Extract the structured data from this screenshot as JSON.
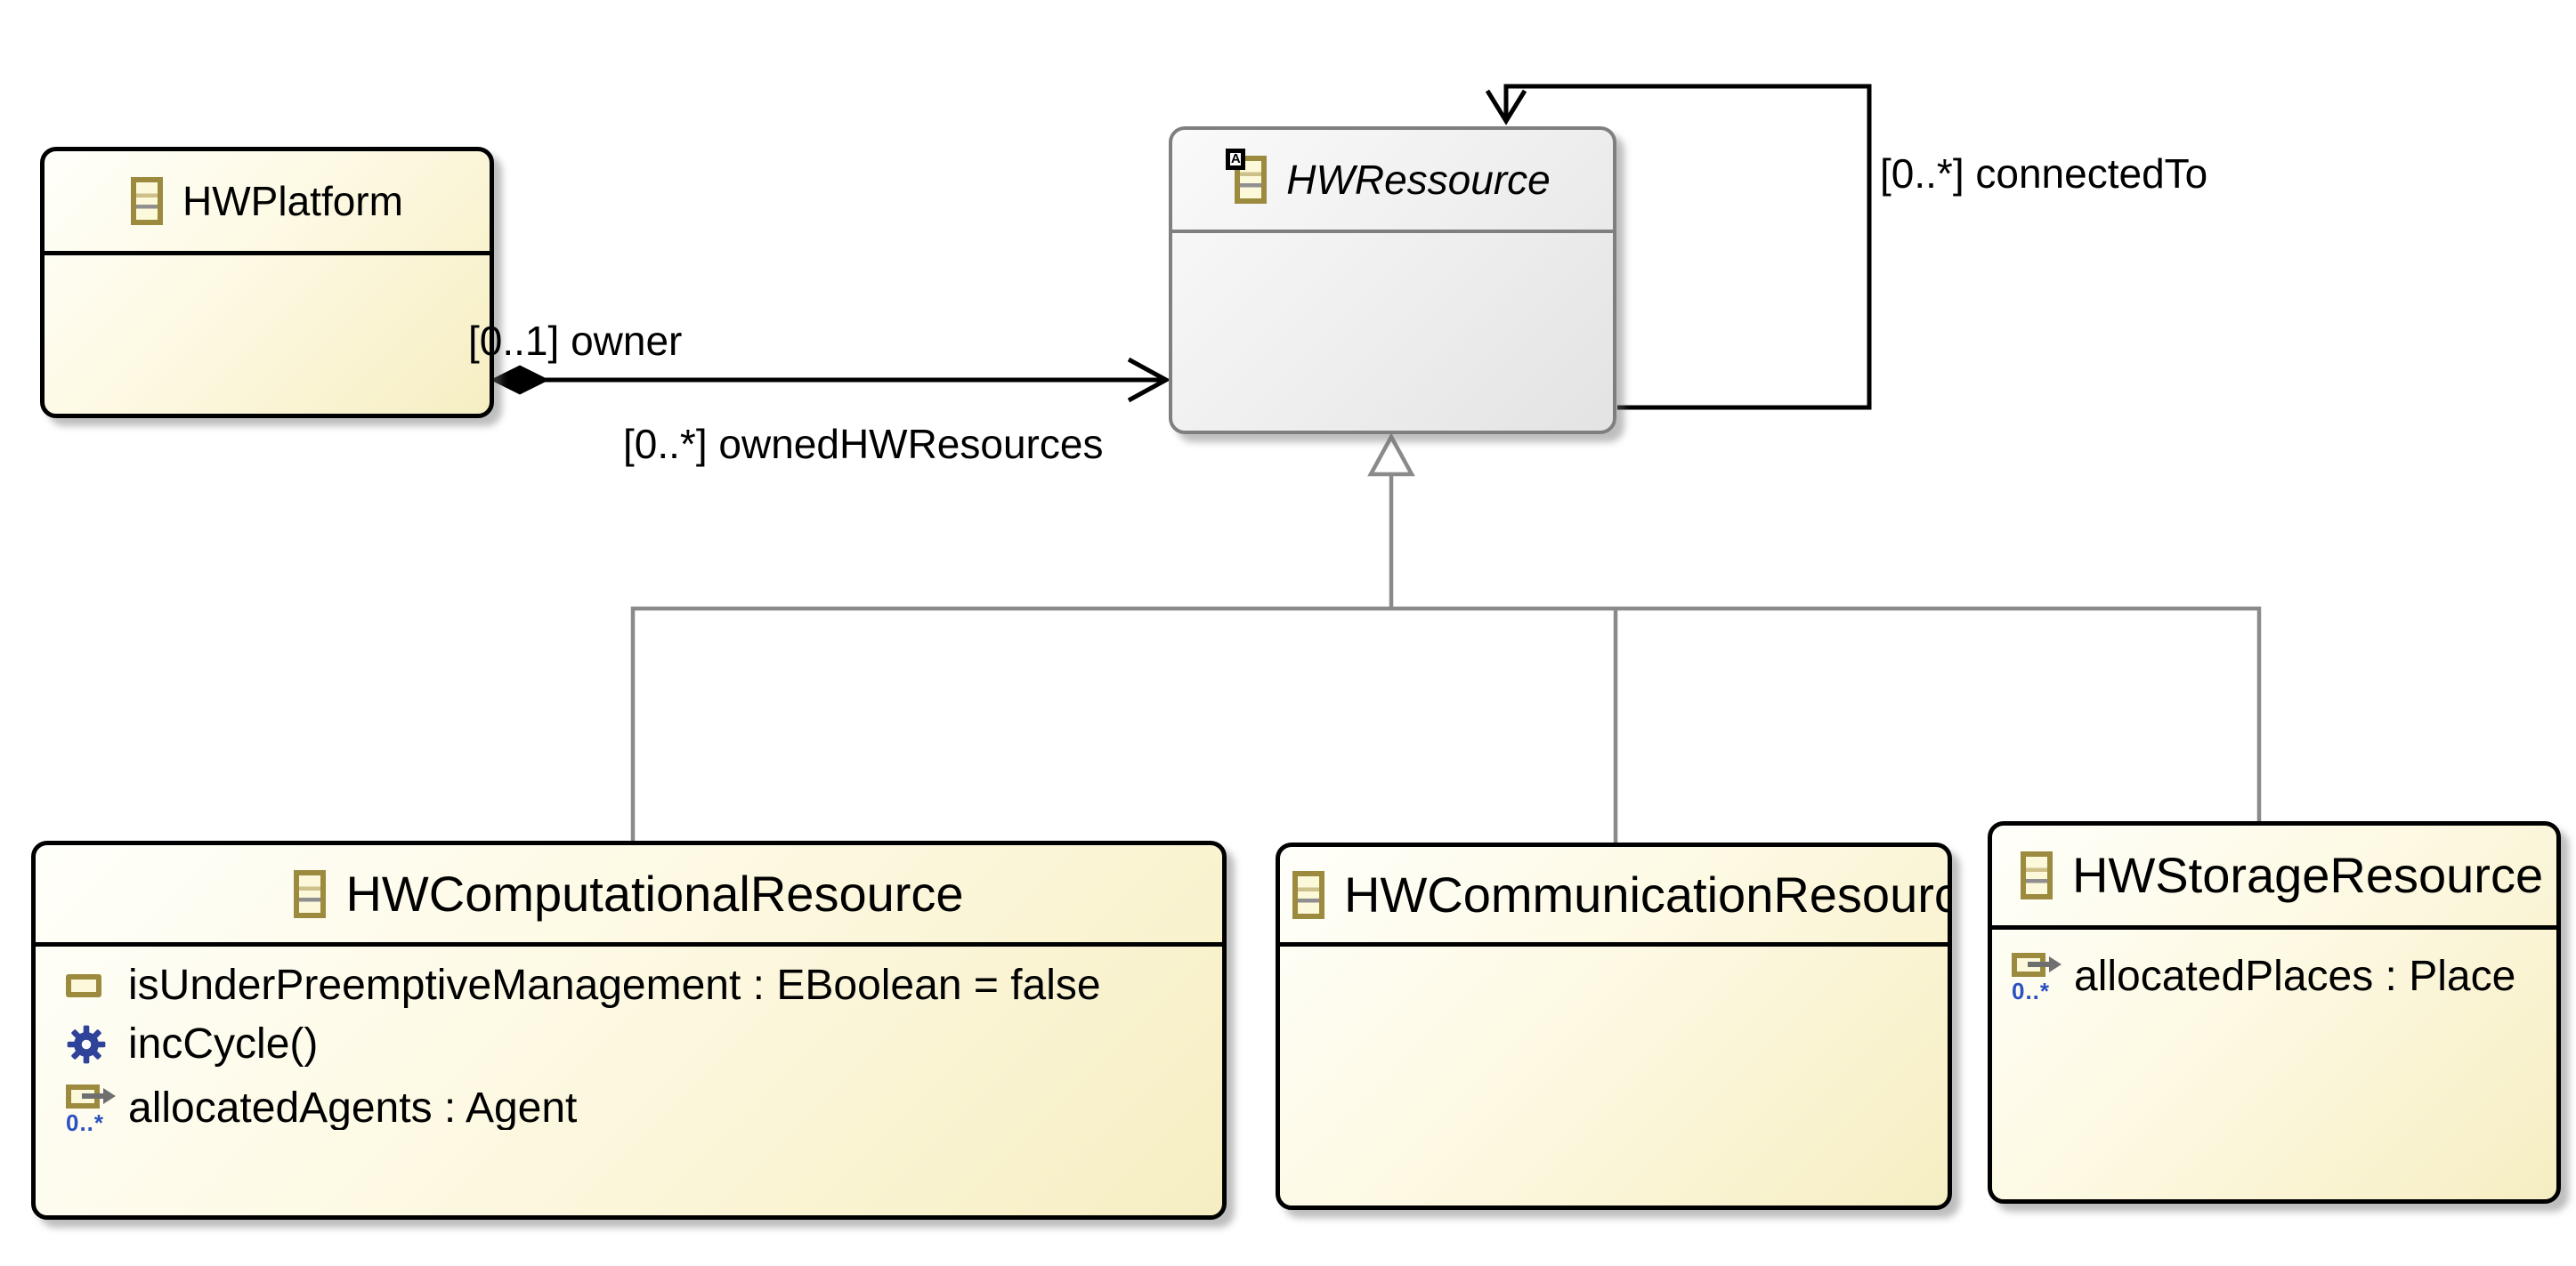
{
  "diagram": {
    "type": "uml-class-diagram",
    "abstract_badge": "A",
    "colors": {
      "class_border": "#000000",
      "class_fill_start": "#fffffa",
      "class_fill_end": "#f6eec2",
      "abstract_border": "#7f7f7f",
      "abstract_fill_start": "#fafafa",
      "abstract_fill_end": "#e3e3e3",
      "generalization_gray": "#8a8a8a",
      "association_black": "#000000",
      "icon_khaki": "#9c8a3e",
      "icon_fill": "#fcf8da",
      "operation_blue": "#2e4399",
      "multiplicity_blue": "#2b50c0"
    },
    "classes": [
      {
        "name": "HWPlatform",
        "abstract": false,
        "attributes": []
      },
      {
        "name": "HWRessource",
        "abstract": true,
        "attributes": []
      },
      {
        "name": "HWComputationalResource",
        "abstract": false,
        "attributes": [
          {
            "kind": "attribute",
            "text": "isUnderPreemptiveManagement : EBoolean = false"
          },
          {
            "kind": "operation",
            "text": "incCycle()"
          },
          {
            "kind": "reference",
            "multiplicity": "0..*",
            "text": "allocatedAgents : Agent"
          }
        ]
      },
      {
        "name": "HWCommunicationResource",
        "abstract": false,
        "attributes": []
      },
      {
        "name": "HWStorageResource",
        "abstract": false,
        "attributes": [
          {
            "kind": "reference",
            "multiplicity": "0..*",
            "text": "allocatedPlaces : Place"
          }
        ]
      }
    ],
    "edges": {
      "composition": {
        "source": "HWPlatform",
        "target": "HWRessource",
        "source_label": "[0..1] owner",
        "target_label": "[0..*] ownedHWResources"
      },
      "self_association": {
        "class": "HWRessource",
        "label": "[0..*] connectedTo"
      },
      "generalizations": [
        {
          "from": "HWComputationalResource",
          "to": "HWRessource"
        },
        {
          "from": "HWCommunicationResource",
          "to": "HWRessource"
        },
        {
          "from": "HWStorageResource",
          "to": "HWRessource"
        }
      ]
    }
  }
}
